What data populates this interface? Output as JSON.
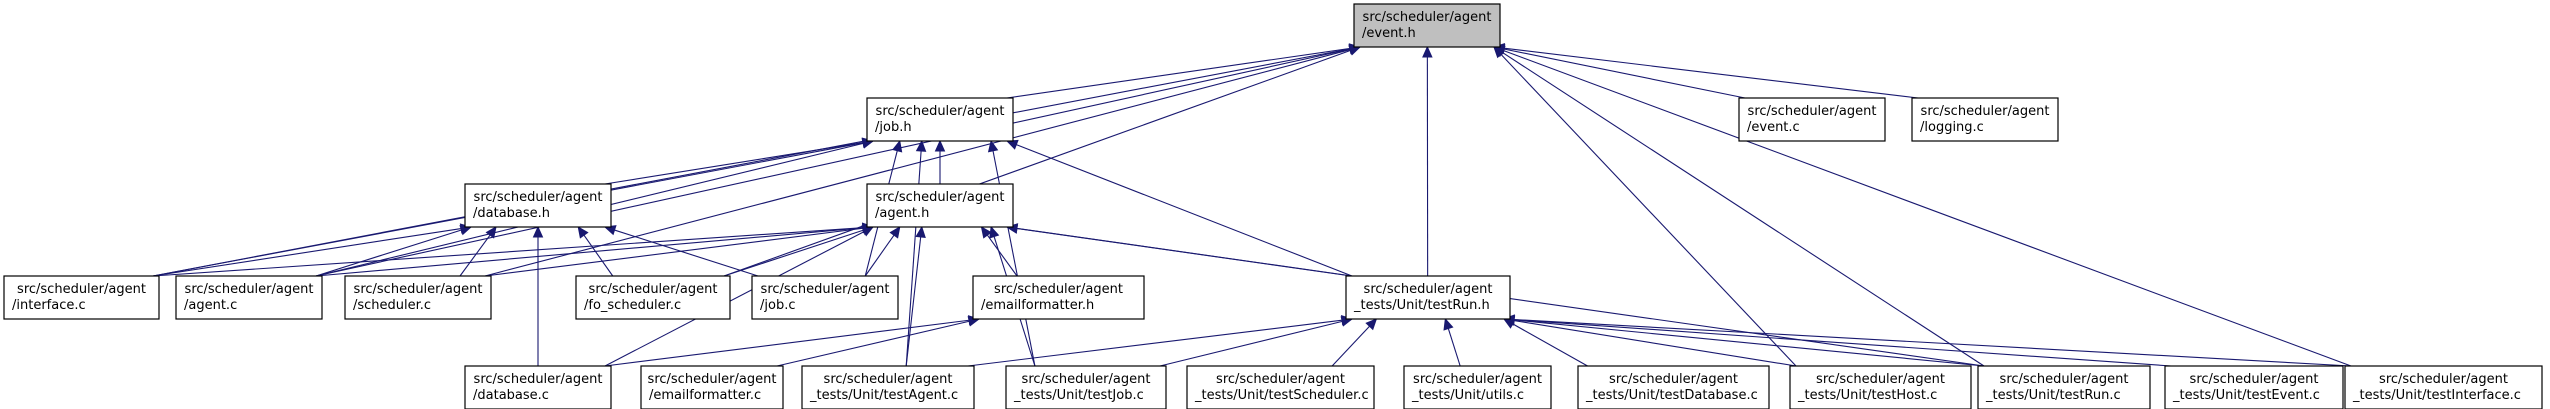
{
  "graph": {
    "title": "src/scheduler/agent/event.h",
    "colors": {
      "edge": "#191970",
      "root_fill": "#bfbfbf",
      "node_fill": "#ffffff",
      "node_border": "#000000"
    },
    "nodes": [
      {
        "id": "event_h",
        "name": "node-event-h",
        "lines": [
          "src/scheduler/agent",
          "/event.h"
        ],
        "root": true
      },
      {
        "id": "job_h",
        "name": "node-job-h",
        "lines": [
          "src/scheduler/agent",
          "/job.h"
        ]
      },
      {
        "id": "event_c",
        "name": "node-event-c",
        "lines": [
          "src/scheduler/agent",
          "/event.c"
        ]
      },
      {
        "id": "logging_c",
        "name": "node-logging-c",
        "lines": [
          "src/scheduler/agent",
          "/logging.c"
        ]
      },
      {
        "id": "database_h",
        "name": "node-database-h",
        "lines": [
          "src/scheduler/agent",
          "/database.h"
        ]
      },
      {
        "id": "agent_h",
        "name": "node-agent-h",
        "lines": [
          "src/scheduler/agent",
          "/agent.h"
        ]
      },
      {
        "id": "interface_c",
        "name": "node-interface-c",
        "lines": [
          "src/scheduler/agent",
          "/interface.c"
        ]
      },
      {
        "id": "agent_c",
        "name": "node-agent-c",
        "lines": [
          "src/scheduler/agent",
          "/agent.c"
        ]
      },
      {
        "id": "scheduler_c",
        "name": "node-scheduler-c",
        "lines": [
          "src/scheduler/agent",
          "/scheduler.c"
        ]
      },
      {
        "id": "fo_scheduler_c",
        "name": "node-fo-scheduler-c",
        "lines": [
          "src/scheduler/agent",
          "/fo_scheduler.c"
        ]
      },
      {
        "id": "job_c",
        "name": "node-job-c",
        "lines": [
          "src/scheduler/agent",
          "/job.c"
        ]
      },
      {
        "id": "emailformatter_h",
        "name": "node-emailformatter-h",
        "lines": [
          "src/scheduler/agent",
          "/emailformatter.h"
        ]
      },
      {
        "id": "testrun_h",
        "name": "node-testrun-h",
        "lines": [
          "src/scheduler/agent",
          "_tests/Unit/testRun.h"
        ]
      },
      {
        "id": "database_c",
        "name": "node-database-c",
        "lines": [
          "src/scheduler/agent",
          "/database.c"
        ]
      },
      {
        "id": "emailformatter_c",
        "name": "node-emailformatter-c",
        "lines": [
          "src/scheduler/agent",
          "/emailformatter.c"
        ]
      },
      {
        "id": "testagent_c",
        "name": "node-testagent-c",
        "lines": [
          "src/scheduler/agent",
          "_tests/Unit/testAgent.c"
        ]
      },
      {
        "id": "testjob_c",
        "name": "node-testjob-c",
        "lines": [
          "src/scheduler/agent",
          "_tests/Unit/testJob.c"
        ]
      },
      {
        "id": "testscheduler_c",
        "name": "node-testscheduler-c",
        "lines": [
          "src/scheduler/agent",
          "_tests/Unit/testScheduler.c"
        ]
      },
      {
        "id": "utils_c",
        "name": "node-utils-c",
        "lines": [
          "src/scheduler/agent",
          "_tests/Unit/utils.c"
        ]
      },
      {
        "id": "testdatabase_c",
        "name": "node-testdatabase-c",
        "lines": [
          "src/scheduler/agent",
          "_tests/Unit/testDatabase.c"
        ]
      },
      {
        "id": "testhost_c",
        "name": "node-testhost-c",
        "lines": [
          "src/scheduler/agent",
          "_tests/Unit/testHost.c"
        ]
      },
      {
        "id": "testrun_c",
        "name": "node-testrun-c",
        "lines": [
          "src/scheduler/agent",
          "_tests/Unit/testRun.c"
        ]
      },
      {
        "id": "testevent_c",
        "name": "node-testevent-c",
        "lines": [
          "src/scheduler/agent",
          "_tests/Unit/testEvent.c"
        ]
      },
      {
        "id": "testinterface_c",
        "name": "node-testinterface-c",
        "lines": [
          "src/scheduler/agent",
          "_tests/Unit/testInterface.c"
        ]
      }
    ],
    "edges": [
      [
        "job_h",
        "event_h"
      ],
      [
        "event_c",
        "event_h"
      ],
      [
        "logging_c",
        "event_h"
      ],
      [
        "interface_c",
        "event_h"
      ],
      [
        "agent_c",
        "event_h"
      ],
      [
        "scheduler_c",
        "event_h"
      ],
      [
        "fo_scheduler_c",
        "event_h"
      ],
      [
        "testrun_h",
        "event_h"
      ],
      [
        "testhost_c",
        "event_h"
      ],
      [
        "testrun_c",
        "event_h"
      ],
      [
        "testinterface_c",
        "event_h"
      ],
      [
        "database_h",
        "job_h"
      ],
      [
        "agent_h",
        "job_h"
      ],
      [
        "interface_c",
        "job_h"
      ],
      [
        "agent_c",
        "job_h"
      ],
      [
        "job_c",
        "job_h"
      ],
      [
        "testrun_h",
        "job_h"
      ],
      [
        "testagent_c",
        "job_h"
      ],
      [
        "testjob_c",
        "job_h"
      ],
      [
        "interface_c",
        "database_h"
      ],
      [
        "agent_c",
        "database_h"
      ],
      [
        "scheduler_c",
        "database_h"
      ],
      [
        "fo_scheduler_c",
        "database_h"
      ],
      [
        "job_c",
        "database_h"
      ],
      [
        "database_c",
        "database_h"
      ],
      [
        "interface_c",
        "agent_h"
      ],
      [
        "agent_c",
        "agent_h"
      ],
      [
        "scheduler_c",
        "agent_h"
      ],
      [
        "fo_scheduler_c",
        "agent_h"
      ],
      [
        "job_c",
        "agent_h"
      ],
      [
        "emailformatter_h",
        "agent_h"
      ],
      [
        "testrun_h",
        "agent_h"
      ],
      [
        "database_c",
        "agent_h"
      ],
      [
        "testagent_c",
        "agent_h"
      ],
      [
        "testjob_c",
        "agent_h"
      ],
      [
        "testrun_c",
        "agent_h"
      ],
      [
        "database_c",
        "emailformatter_h"
      ],
      [
        "emailformatter_c",
        "emailformatter_h"
      ],
      [
        "testagent_c",
        "testrun_h"
      ],
      [
        "testjob_c",
        "testrun_h"
      ],
      [
        "testscheduler_c",
        "testrun_h"
      ],
      [
        "utils_c",
        "testrun_h"
      ],
      [
        "testdatabase_c",
        "testrun_h"
      ],
      [
        "testhost_c",
        "testrun_h"
      ],
      [
        "testrun_c",
        "testrun_h"
      ],
      [
        "testevent_c",
        "testrun_h"
      ],
      [
        "testinterface_c",
        "testrun_h"
      ]
    ]
  }
}
